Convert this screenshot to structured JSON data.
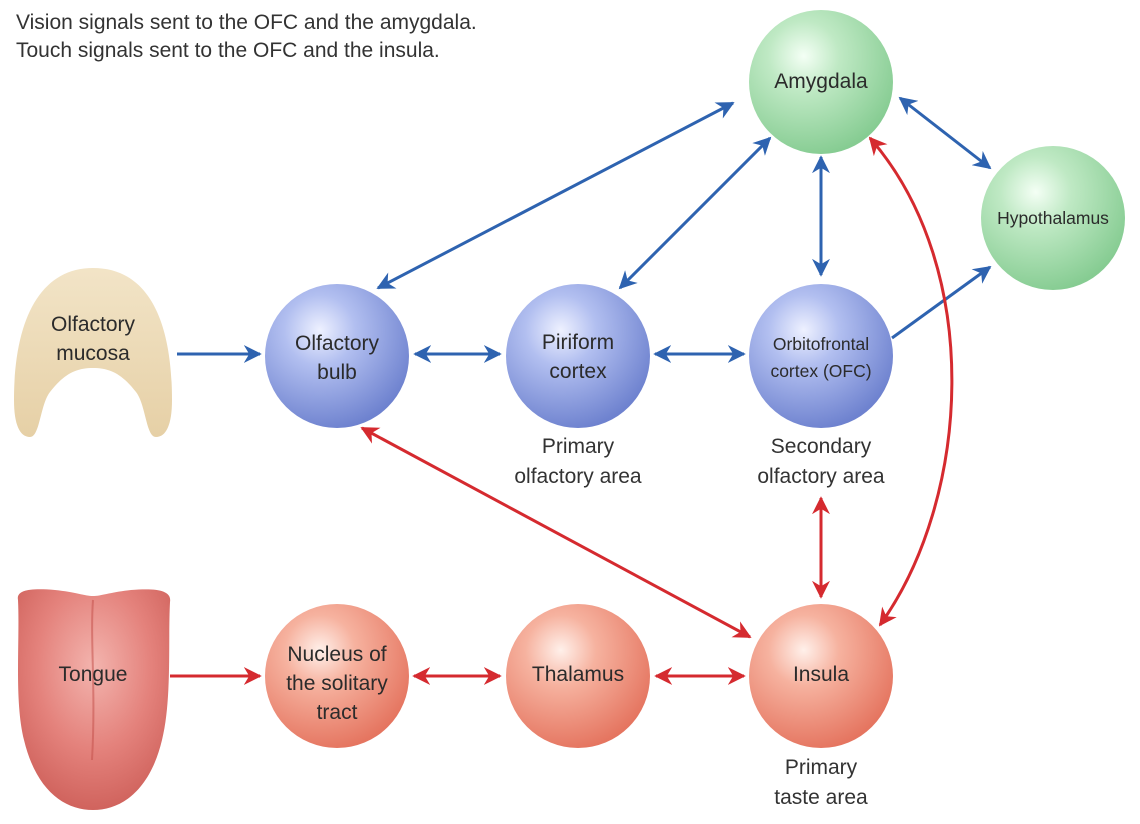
{
  "header": {
    "line1": "Vision signals sent to the OFC and the amygdala.",
    "line2": "Touch signals sent to the OFC and the insula."
  },
  "nodes": {
    "olfactory_mucosa": [
      "Olfactory",
      "mucosa"
    ],
    "olfactory_bulb": [
      "Olfactory",
      "bulb"
    ],
    "piriform_cortex": [
      "Piriform",
      "cortex"
    ],
    "orbitofrontal_cortex": [
      "Orbitofrontal",
      "cortex (OFC)"
    ],
    "amygdala": [
      "Amygdala"
    ],
    "hypothalamus": [
      "Hypothalamus"
    ],
    "tongue": [
      "Tongue"
    ],
    "nucleus_solitary_tract": [
      "Nucleus of",
      "the solitary",
      "tract"
    ],
    "thalamus": [
      "Thalamus"
    ],
    "insula": [
      "Insula"
    ]
  },
  "captions": {
    "primary_olfactory_area": [
      "Primary",
      "olfactory area"
    ],
    "secondary_olfactory_area": [
      "Secondary",
      "olfactory area"
    ],
    "primary_taste_area": [
      "Primary",
      "taste area"
    ]
  },
  "colors": {
    "olfactory_pathway": "#2e63b0",
    "taste_pathway": "#d52a2f",
    "olfactory_node": "#8fa0dd",
    "limbic_node": "#a5dcae",
    "taste_node": "#ef8a74",
    "mucosa": "#ecd9b6",
    "tongue": "#e07b78"
  },
  "connections": [
    {
      "from": "Olfactory mucosa",
      "to": "Olfactory bulb",
      "pathway": "olfactory",
      "direction": "one-way"
    },
    {
      "from": "Olfactory bulb",
      "to": "Piriform cortex",
      "pathway": "olfactory",
      "direction": "two-way"
    },
    {
      "from": "Piriform cortex",
      "to": "Orbitofrontal cortex (OFC)",
      "pathway": "olfactory",
      "direction": "two-way"
    },
    {
      "from": "Olfactory bulb",
      "to": "Amygdala",
      "pathway": "olfactory",
      "direction": "two-way"
    },
    {
      "from": "Piriform cortex",
      "to": "Amygdala",
      "pathway": "olfactory",
      "direction": "two-way"
    },
    {
      "from": "Orbitofrontal cortex (OFC)",
      "to": "Amygdala",
      "pathway": "olfactory",
      "direction": "two-way"
    },
    {
      "from": "Amygdala",
      "to": "Hypothalamus",
      "pathway": "olfactory",
      "direction": "two-way"
    },
    {
      "from": "Orbitofrontal cortex (OFC)",
      "to": "Hypothalamus",
      "pathway": "olfactory",
      "direction": "one-way"
    },
    {
      "from": "Tongue",
      "to": "Nucleus of the solitary tract",
      "pathway": "taste",
      "direction": "one-way"
    },
    {
      "from": "Nucleus of the solitary tract",
      "to": "Thalamus",
      "pathway": "taste",
      "direction": "two-way"
    },
    {
      "from": "Thalamus",
      "to": "Insula",
      "pathway": "taste",
      "direction": "two-way"
    },
    {
      "from": "Insula",
      "to": "Orbitofrontal cortex (OFC)",
      "pathway": "taste",
      "direction": "two-way"
    },
    {
      "from": "Insula",
      "to": "Olfactory bulb",
      "pathway": "taste",
      "direction": "two-way"
    },
    {
      "from": "Insula",
      "to": "Amygdala",
      "pathway": "taste",
      "direction": "two-way"
    }
  ]
}
